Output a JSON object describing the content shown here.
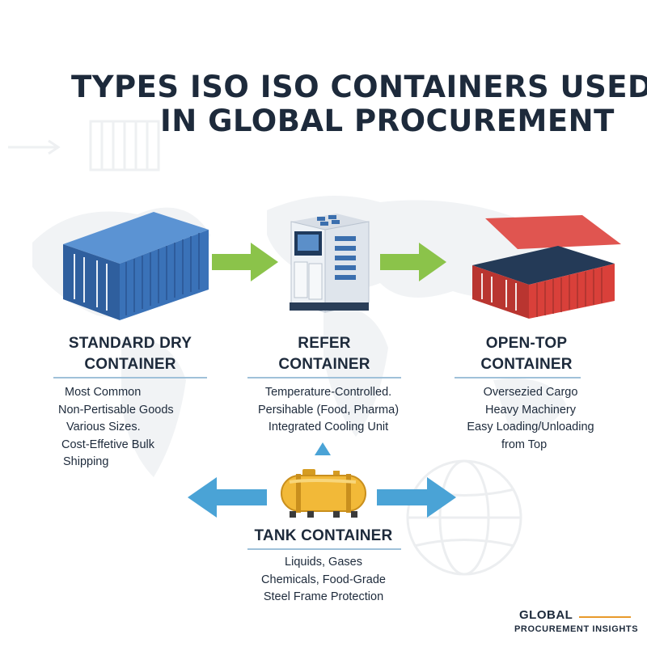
{
  "title": {
    "line1": "TYPES ISO ISO CONTAINERS USED",
    "line2": "IN GLOBAL PROCUREMENT"
  },
  "containers": [
    {
      "heading_line1": "STANDARD DRY",
      "heading_line2": "CONTAINER",
      "details": [
        "Most Common",
        "Non-Pertisable Goods",
        "Various Sizes.",
        "Cost-Effetive Bulk",
        "Shipping"
      ],
      "color": "#3a72b8",
      "icon": "dry-container-icon"
    },
    {
      "heading_line1": "REFER",
      "heading_line2": "CONTAINER",
      "details": [
        "Temperature-Controlled.",
        "Persihable (Food, Pharma)",
        "Integrated Cooling Unit"
      ],
      "color": "#e4e9ef",
      "icon": "reefer-unit-icon"
    },
    {
      "heading_line1": "OPEN-TOP",
      "heading_line2": "CONTAINER",
      "details": [
        "Oversezied Cargo",
        "Heavy Machinery",
        "Easy Loading/Unloading",
        "from Top"
      ],
      "color": "#d9403a",
      "icon": "open-top-container-icon"
    },
    {
      "heading_line1": "TANK CONTAINER",
      "details": [
        "Liquids, Gases",
        "Chemicals, Food-Grade",
        "Steel Frame Protection"
      ],
      "color": "#f2b938",
      "icon": "tank-container-icon"
    }
  ],
  "arrows": {
    "green": "#8bc34a",
    "blue": "#4aa3d6"
  },
  "brand": {
    "line1": "GLOBAL",
    "line2": "PROCUREMENT INSIGHTS",
    "accent": "#e89a2b"
  }
}
